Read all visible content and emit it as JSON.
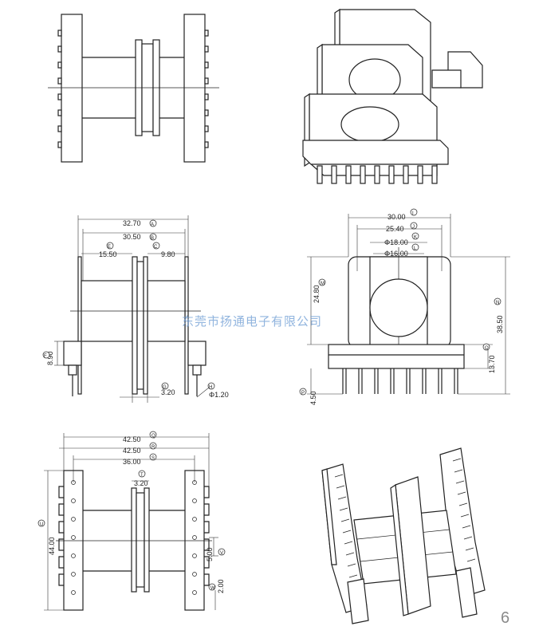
{
  "watermark": "东莞市扬通电子有限公司",
  "page_number": "6",
  "front_view": {
    "dims": {
      "A": "32.70",
      "B": "30.50",
      "C": "9.80",
      "E": "15.50",
      "F": "8.90",
      "G": "3.20",
      "H": "Φ1.20"
    },
    "refs": {
      "A": "A",
      "B": "B",
      "C": "C",
      "E": "E",
      "F": "F",
      "G": "G",
      "H": "H"
    }
  },
  "side_view": {
    "dims": {
      "I": "30.00",
      "J": "25.40",
      "K": "Φ18.00",
      "L": "Φ16.00",
      "M": "24.80",
      "N": "38.50",
      "O": "13.70",
      "P": "4.50"
    },
    "refs": {
      "I": "I",
      "J": "J",
      "K": "K",
      "L": "L",
      "M": "M",
      "N": "N",
      "O": "O",
      "P": "P"
    }
  },
  "top_view": {
    "dims": {
      "Q": "42.50",
      "R": "42.50",
      "S": "36.00",
      "T": "3.20",
      "U": "44.00",
      "V": "5.00",
      "W": "2.00"
    },
    "refs": {
      "Q": "Q",
      "R": "R",
      "S": "S",
      "T": "T",
      "U": "U",
      "V": "V",
      "W": "W"
    }
  }
}
